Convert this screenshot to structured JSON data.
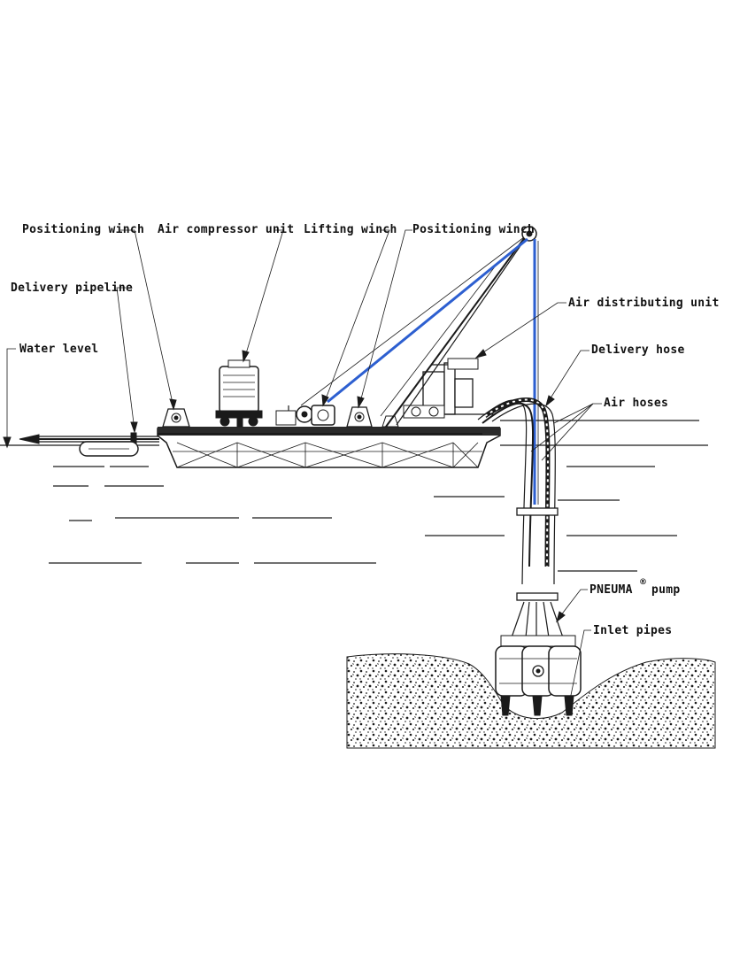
{
  "labels": {
    "positioning_winch_left": "Positioning winch",
    "air_compressor_unit": "Air compressor unit",
    "lifting_winch": "Lifting winch",
    "positioning_winch_right": "Positioning winch",
    "delivery_pipeline": "Delivery pipeline",
    "water_level": "Water level",
    "air_distributing_unit": "Air distributing unit",
    "delivery_hose": "Delivery hose",
    "air_hoses": "Air hoses",
    "pneuma_pump": "PNEUMA",
    "pneuma_registered": "®",
    "pneuma_pump_suffix": "pump",
    "inlet_pipes": "Inlet pipes"
  },
  "colors": {
    "ink": "#1a1a1a",
    "cable_blue": "#2d5fd0",
    "background": "#ffffff"
  }
}
